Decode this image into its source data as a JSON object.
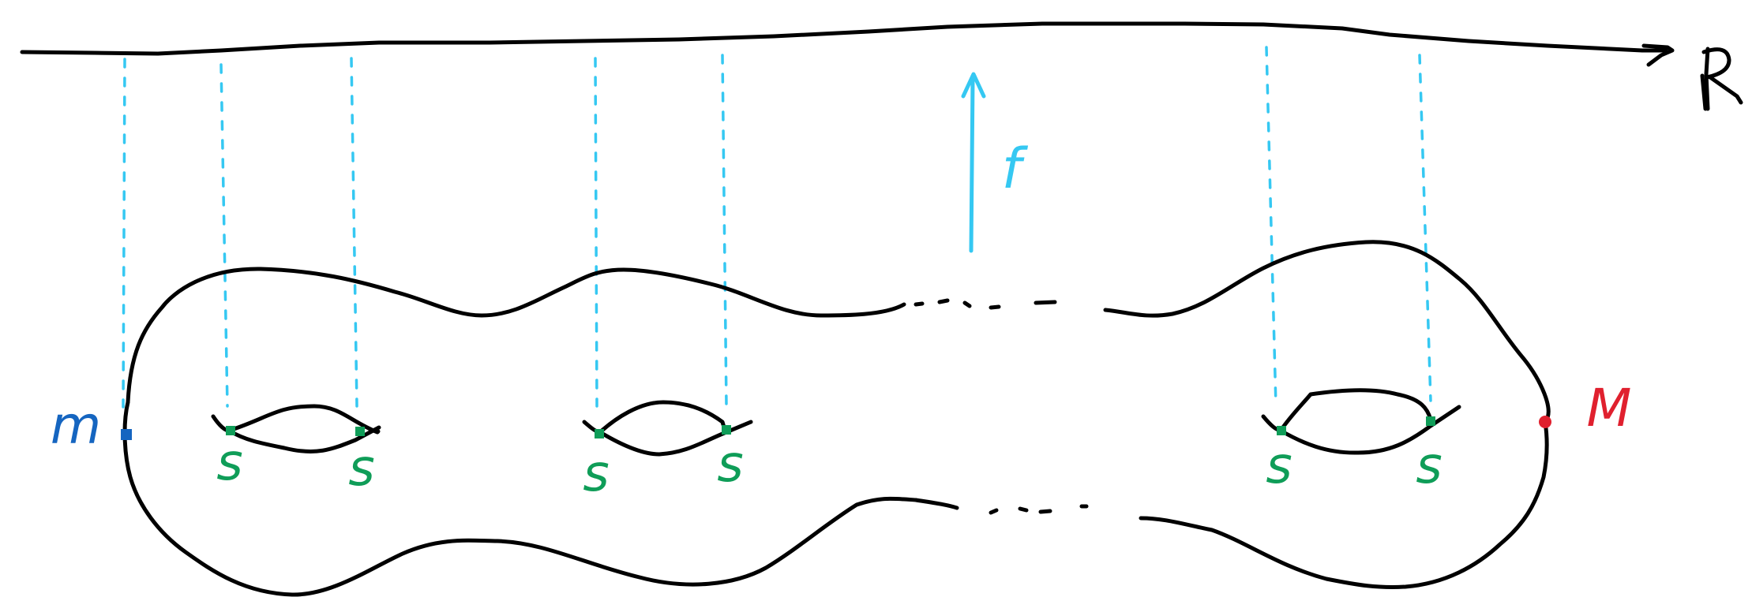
{
  "labels": {
    "real_line": "R",
    "function": "f",
    "minimum": "m",
    "maximum": "M",
    "saddle": "s"
  },
  "colors": {
    "outline": "#000000",
    "projection": "#35c8f2",
    "minimum": "#1565c0",
    "maximum": "#e0202e",
    "saddle": "#0f9d58"
  },
  "icons": {
    "arrow": "up-arrow-icon",
    "axis_arrowhead": "right-arrowhead-icon"
  }
}
